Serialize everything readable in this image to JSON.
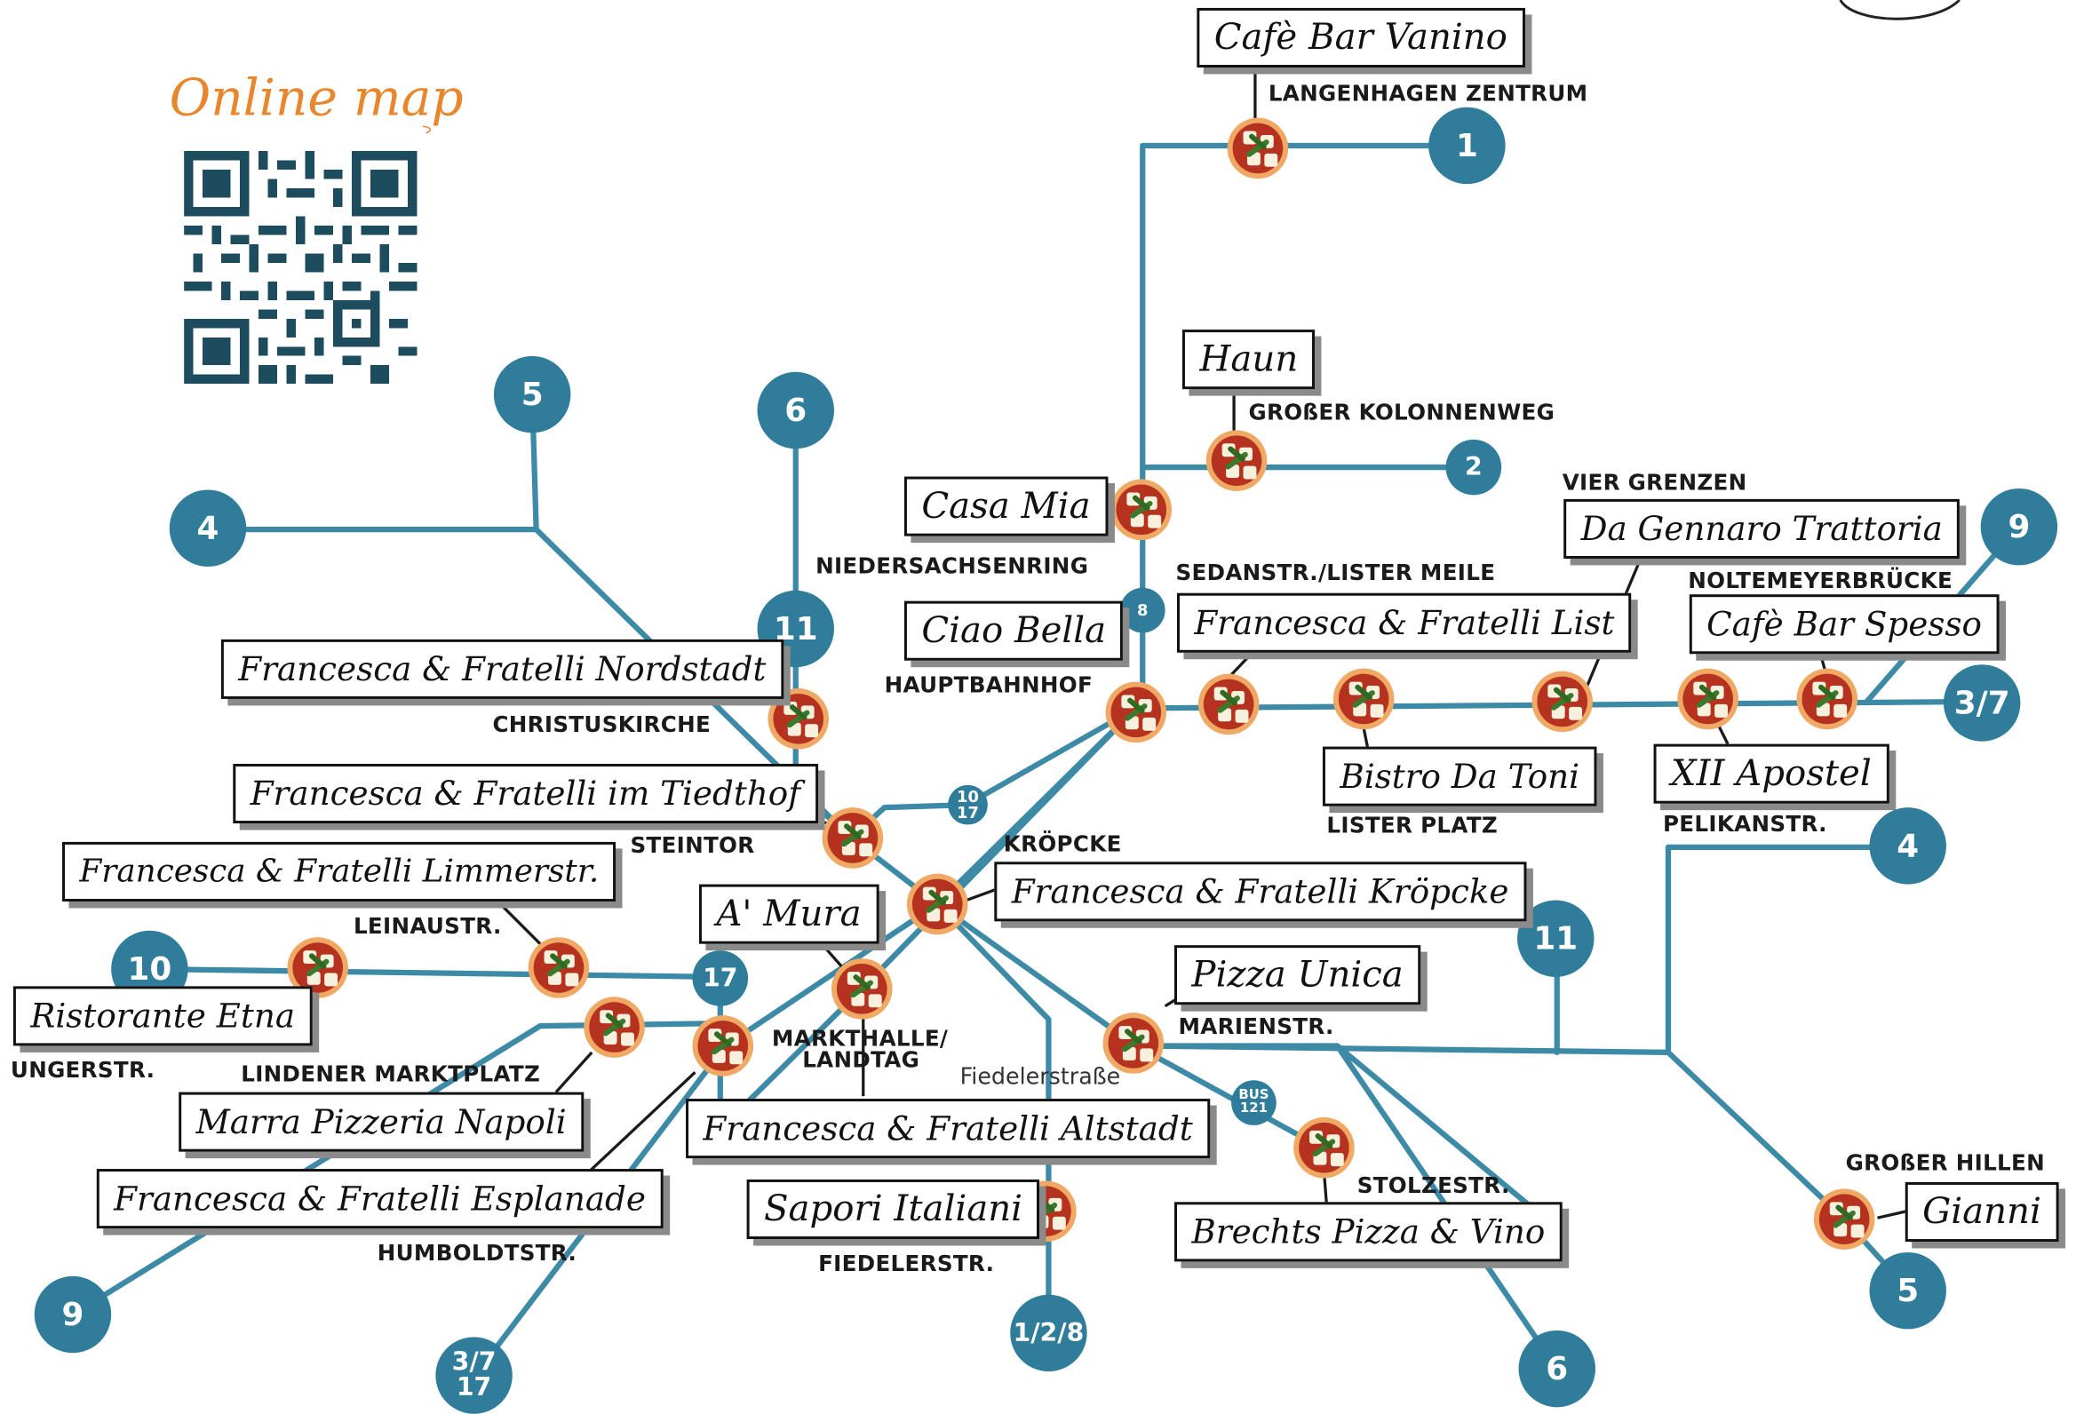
{
  "header": {
    "online_map_label": "Online map"
  },
  "lines": {
    "l1": "1",
    "l2": "2",
    "l4a": "4",
    "l4b": "4",
    "l5a": "5",
    "l5b": "5",
    "l6a": "6",
    "l6b": "6",
    "l8": "8",
    "l9a": "9",
    "l9b": "9",
    "l10": "10",
    "l11a": "11",
    "l11b": "11",
    "l17": "17",
    "l37": "3/7",
    "l1028_a": "10",
    "l1028_b": "17",
    "l1_2_8": "1/2/8",
    "l37_17_a": "3/7",
    "l37_17_b": "17",
    "bus_a": "BUS",
    "bus_b": "121"
  },
  "stops": {
    "langenhagen": "LANGENHAGEN ZENTRUM",
    "kolonnenweg": "GROßER KOLONNENWEG",
    "niedersachsenring": "NIEDERSACHSENRING",
    "vier_grenzen": "VIER GRENZEN",
    "sedanstr": "SEDANSTR./LISTER MEILE",
    "noltemeyer": "NOLTEMEYERBRÜCKE",
    "hauptbahnhof": "HAUPTBAHNHOF",
    "christuskirche": "CHRISTUSKIRCHE",
    "steintor": "STEINTOR",
    "kroepcke": "KRÖPCKE",
    "lister_platz": "LISTER PLATZ",
    "pelikanstr": "PELIKANSTR.",
    "leinaustr": "LEINAUSTR.",
    "ungerstr": "UNGERSTR.",
    "lindener": "LINDENER MARKTPLATZ",
    "markthalle_a": "MARKTHALLE/",
    "markthalle_b": "LANDTAG",
    "fiedelerstrasse": "Fiedelerstraße",
    "marienstr": "MARIENSTR.",
    "stolzestr": "STOLZESTR.",
    "grosser_hillen": "GROßER HILLEN",
    "humboldtstr": "HUMBOLDTSTR.",
    "fiedelerstr": "FIEDELERSTR."
  },
  "restaurants": {
    "vanino": "Cafè Bar Vanino",
    "haun": "Haun",
    "casa_mia": "Casa Mia",
    "da_gennaro": "Da Gennaro Trattoria",
    "ff_list": "Francesca & Fratelli List",
    "spesso": "Cafè Bar Spesso",
    "ciao_bella": "Ciao Bella",
    "ff_nordstadt": "Francesca & Fratelli Nordstadt",
    "ff_tiedthof": "Francesca & Fratelli im Tiedthof",
    "bistro_toni": "Bistro Da Toni",
    "xii_apostel": "XII Apostel",
    "ff_limmer": "Francesca & Fratelli Limmerstr.",
    "a_mura": "A' Mura",
    "ff_kroepcke": "Francesca & Fratelli Kröpcke",
    "etna": "Ristorante Etna",
    "pizza_unica": "Pizza Unica",
    "marra": "Marra Pizzeria Napoli",
    "ff_altstadt": "Francesca & Fratelli Altstadt",
    "ff_esplanade": "Francesca & Fratelli Esplanade",
    "sapori": "Sapori Italiani",
    "brechts": "Brechts Pizza & Vino",
    "gianni": "Gianni"
  },
  "colors": {
    "line": "#3d8aa6",
    "badge": "#2f7d9b",
    "accent": "#e8862d"
  },
  "icons": {
    "stop_marker": "pizza-icon",
    "qr": "qr-code"
  }
}
